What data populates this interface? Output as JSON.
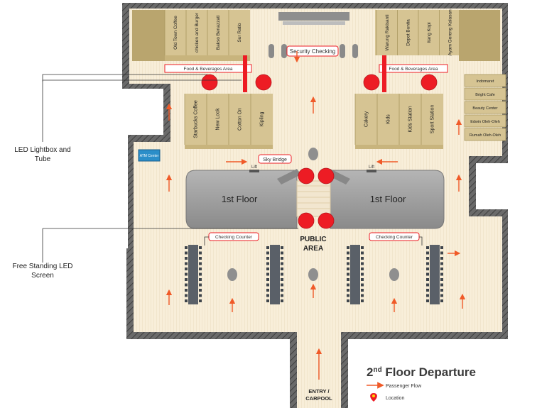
{
  "title": {
    "main": "2",
    "sup": "nd",
    "rest": " Floor Departure"
  },
  "legend": {
    "flow_label": "Passenger Flow",
    "location_label": "Location",
    "flow_color": "#f05a28",
    "location_color": "#ed1c24"
  },
  "callouts": {
    "lightbox": [
      "LED Lightbox and",
      "Tube"
    ],
    "screen": [
      "Free Standing LED",
      "Screen"
    ]
  },
  "top_left_shops": [
    "Old Town Coffee",
    "chicken and Burger",
    "Bakso Benazzati",
    "Sur Ratio"
  ],
  "top_right_shops": [
    "Warung Rakisanti",
    "Depot Buntia",
    "Itang Kopi",
    "Ayam Goreng Kalasan"
  ],
  "mid_left_shops": [
    "Starbucks Coffee",
    "New Look",
    "Cotton On",
    "Kipling"
  ],
  "mid_right_shops": [
    "Cakery",
    "Kids",
    "Kids Station",
    "Sport Station"
  ],
  "right_shops": [
    "Indomaret",
    "Bright Cafe",
    "Beauty Center",
    "Edwin Oleh-Oleh",
    "Rumah Oleh-Oleh"
  ],
  "labels": {
    "security": "Security Checking",
    "fb_left": "Food & Beverages Area",
    "fb_right": "Food & Beverages Area",
    "sky_bridge": "Sky Bridge",
    "lift_left": "Lift",
    "lift_right": "Lift",
    "floor_left": "1st Floor",
    "floor_right": "1st Floor",
    "public_area": [
      "PUBLIC",
      "AREA"
    ],
    "checking_left": "Checking Counter",
    "checking_right": "Checking Counter",
    "atm": "ATM Center",
    "entry": [
      "ENTRY /",
      "CARPOOL"
    ]
  },
  "colors": {
    "floor": "#f7ecd6",
    "wall": "#4d4d4d",
    "shop": "#d3c18e",
    "shop_dark": "#a9975f",
    "void": "#9a9a9a",
    "accent": "#ed1c24",
    "arrow": "#f05a28"
  }
}
